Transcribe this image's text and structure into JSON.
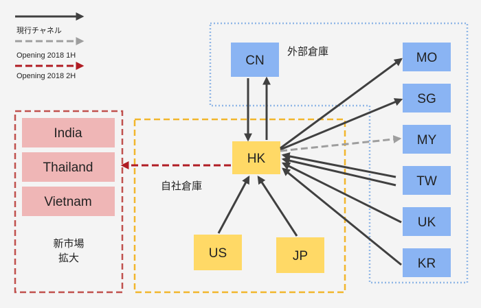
{
  "colors": {
    "blue_box": "#8ab4f3",
    "yellow_box": "#ffd966",
    "pink_box": "#efb6b6",
    "blue_dotted": "#8fb6e6",
    "yellow_dashed": "#f1b62c",
    "red_dashed": "#c0504d",
    "arrow_dark": "#404040",
    "arrow_gray": "#9e9e9e",
    "arrow_red": "#b01c23"
  },
  "legend": {
    "current": "現行チャネル",
    "opening_1h": "Opening 2018 1H",
    "opening_2h": "Opening 2018 2H"
  },
  "regions": {
    "external_warehouse": "外部倉庫",
    "own_warehouse": "自社倉庫",
    "new_market_line1": "新市場",
    "new_market_line2": "拡大"
  },
  "nodes": {
    "cn": "CN",
    "hk": "HK",
    "us": "US",
    "jp": "JP",
    "mo": "MO",
    "sg": "SG",
    "my": "MY",
    "tw": "TW",
    "uk": "UK",
    "kr": "KR",
    "india": "India",
    "thailand": "Thailand",
    "vietnam": "Vietnam"
  }
}
